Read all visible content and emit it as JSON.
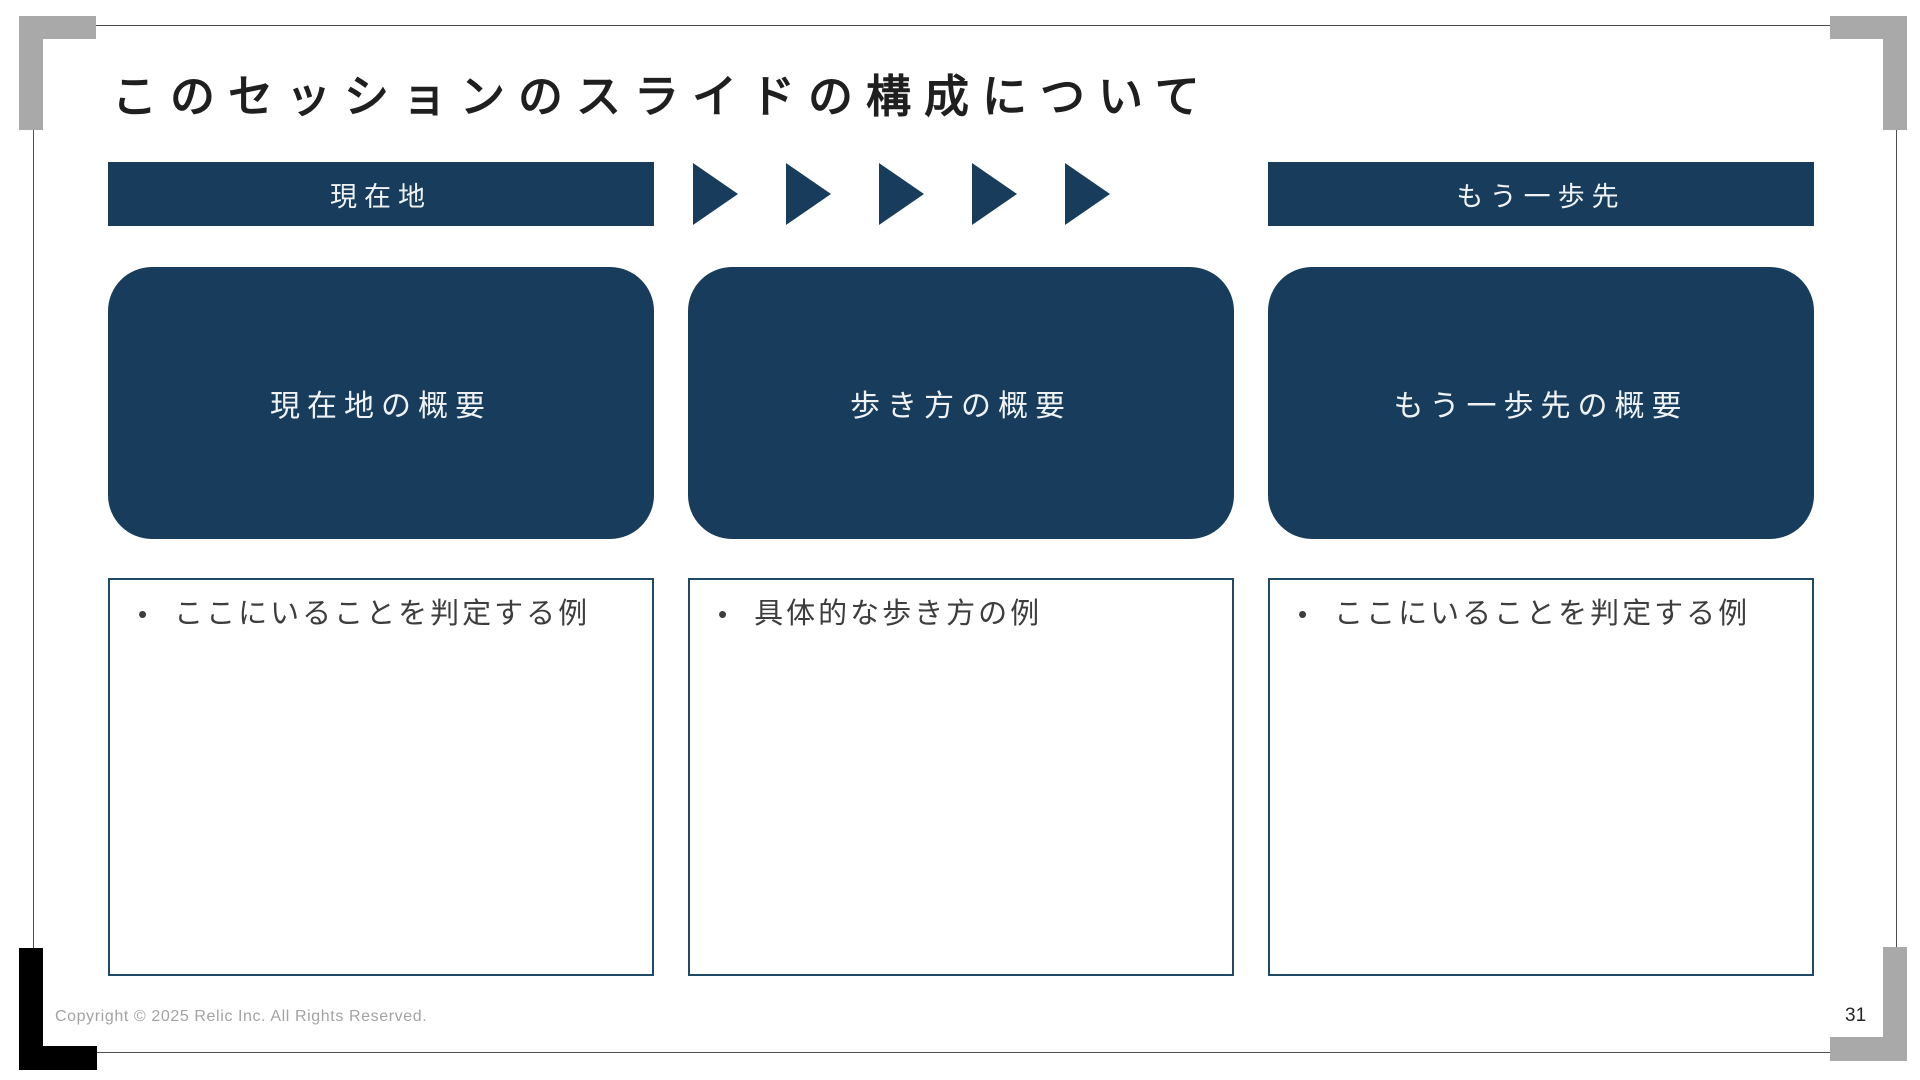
{
  "slide": {
    "title": "このセッションのスライドの構成について",
    "page_number": "31",
    "footer_copyright": "Copyright © 2025 Relic Inc. All Rights Reserved."
  },
  "flow_band": {
    "left_label": "現在地",
    "right_label": "もう一歩先",
    "arrow_count": 5,
    "arrow_glyph_name": "right-triangle-arrow"
  },
  "columns": [
    {
      "summary": "現在地の概要",
      "example_bullet": "ここにいることを判定する例"
    },
    {
      "summary": "歩き方の概要",
      "example_bullet": "具体的な歩き方の例"
    },
    {
      "summary": "もう一歩先の概要",
      "example_bullet": "ここにいることを判定する例"
    }
  ],
  "bullet_glyph": "•",
  "colors": {
    "navy": "#183C5B",
    "box_border": "#1D4B66",
    "bracket_gray": "#A9A9A9",
    "bracket_black": "#000000",
    "frame_line": "#4d4d4d",
    "footer_gray": "#A3A3A3"
  }
}
